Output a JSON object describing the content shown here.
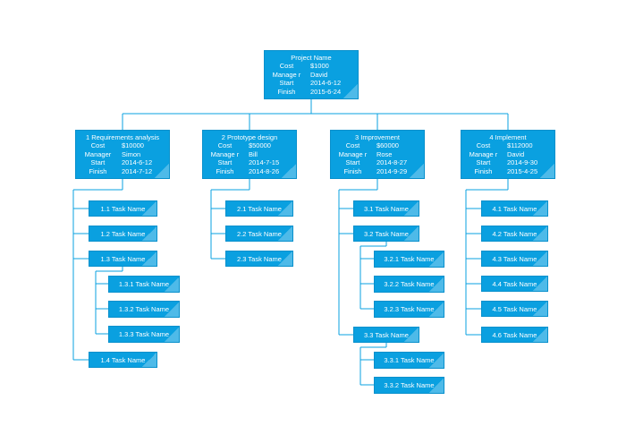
{
  "colors": {
    "node": "#0aa0e0",
    "line": "#0aa0e0",
    "text": "#ffffff"
  },
  "root": {
    "title": "Project Name",
    "fields": [
      {
        "key": "Cost",
        "value": "$1000"
      },
      {
        "key": "Manage r",
        "value": "David"
      },
      {
        "key": "Start",
        "value": "2014-6-12"
      },
      {
        "key": "Finish",
        "value": "2015-6-24"
      }
    ]
  },
  "phases": [
    {
      "title": "1 Requirements analysis",
      "fields": [
        {
          "key": "Cost",
          "value": "$10000"
        },
        {
          "key": "Manager",
          "value": "Simon"
        },
        {
          "key": "Start",
          "value": "2014-6-12"
        },
        {
          "key": "Finish",
          "value": "2014-7-12"
        }
      ],
      "tasks": [
        "1.1 Task Name",
        "1.2 Task Name",
        "1.3 Task Name",
        "1.4 Task Name"
      ],
      "subtasks": [
        "1.3.1 Task Name",
        "1.3.2 Task Name",
        "1.3.3 Task Name"
      ]
    },
    {
      "title": "2 Prototype design",
      "fields": [
        {
          "key": "Cost",
          "value": "$50000"
        },
        {
          "key": "Manage r",
          "value": "Bill"
        },
        {
          "key": "Start",
          "value": "2014-7-15"
        },
        {
          "key": "Finish",
          "value": "2014-8-26"
        }
      ],
      "tasks": [
        "2.1 Task Name",
        "2.2 Task Name",
        "2.3 Task Name"
      ]
    },
    {
      "title": "3 Improvement",
      "fields": [
        {
          "key": "Cost",
          "value": "$60000"
        },
        {
          "key": "Manage r",
          "value": "Rose"
        },
        {
          "key": "Start",
          "value": "2014-8-27"
        },
        {
          "key": "Finish",
          "value": "2014-9-29"
        }
      ],
      "tasks": [
        "3.1 Task Name",
        "3.2 Task Name",
        "3.3 Task Name"
      ],
      "subtasks_a": [
        "3.2.1 Task Name",
        "3.2.2 Task Name",
        "3.2.3 Task Name"
      ],
      "subtasks_b": [
        "3.3.1 Task Name",
        "3.3.2 Task Name"
      ]
    },
    {
      "title": "4 Implement",
      "fields": [
        {
          "key": "Cost",
          "value": "$112000"
        },
        {
          "key": "Manage r",
          "value": "David"
        },
        {
          "key": "Start",
          "value": "2014-9-30"
        },
        {
          "key": "Finish",
          "value": "2015-4-25"
        }
      ],
      "tasks": [
        "4.1 Task Name",
        "4.2 Task Name",
        "4.3 Task Name",
        "4.4 Task Name",
        "4.5 Task Name",
        "4.6 Task Name"
      ]
    }
  ]
}
